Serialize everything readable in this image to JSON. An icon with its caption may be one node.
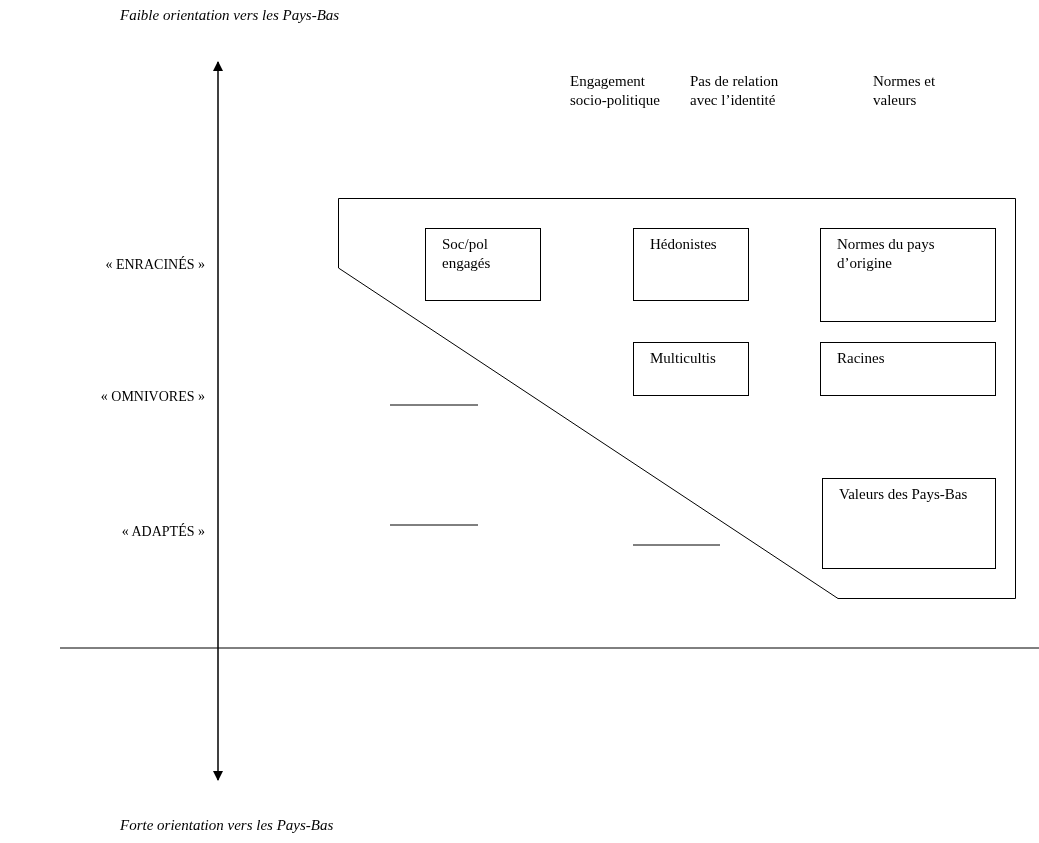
{
  "diagram": {
    "nodes": [
      {
        "text": [],
        "shape": "polygon"
      },
      {
        "text": [
          "Soc/pol engagés"
        ],
        "in": 0
      },
      {
        "text": [
          "Hédonistes"
        ],
        "in": 0
      },
      {
        "text": [
          "Normes du pays d’origine"
        ],
        "in": 0
      },
      {
        "text": [
          "Multicultis"
        ],
        "in": 0
      },
      {
        "text": [
          "Racines"
        ],
        "in": 0
      },
      {
        "text": [
          "Valeurs des Pays-Bas"
        ],
        "in": 0
      }
    ],
    "labels": [
      "Faible orientation vers les Pays-Bas",
      "Engagement socio-politique",
      "Pas de relation avec l’identité",
      "Normes et valeurs",
      "« ENRACINÉS »",
      "« OMNIVORES »",
      "« ADAPTÉS »",
      "Forte orientation vers les Pays-Bas"
    ]
  }
}
